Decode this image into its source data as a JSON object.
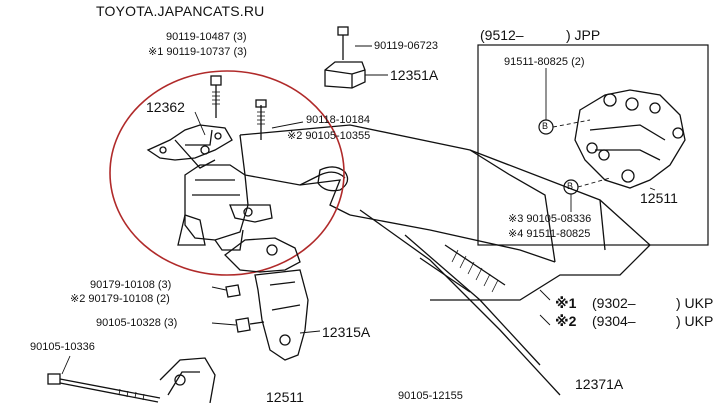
{
  "header": {
    "site": "TOYOTA.JAPANCATS.RU"
  },
  "inset": {
    "code": "(9512–",
    "region": ") JPP"
  },
  "parts": {
    "p_90119_10487": "90119-10487 (3)",
    "p_90119_10737": "※1 90119-10737 (3)",
    "p_90119_06723": "90119-06723",
    "p_12351a": "12351A",
    "p_12362": "12362",
    "p_90118_10184": "90118-10184",
    "p_90105_10355": "※2 90105-10355",
    "p_90179_10108": "90179-10108 (3)",
    "p_90179_10108_2": "※2 90179-10108 (2)",
    "p_90105_10328": "90105-10328 (3)",
    "p_12315a": "12315A",
    "p_90105_10336": "90105-10336",
    "p_12511_bottom": "12511",
    "p_90105_12155": "90105-12155",
    "p_12371a": "12371A",
    "p_91511_80825_2": "91511-80825 (2)",
    "p_12511_inset": "12511",
    "p_90105_08336": "※3 90105-08336",
    "p_91511_80825": "※4 91511-80825",
    "badge_b": "B"
  },
  "legend": [
    {
      "mark": "※1",
      "date": "(9302–",
      "suffix": ") UKP"
    },
    {
      "mark": "※2",
      "date": "(9304–",
      "suffix": ") UKP"
    }
  ],
  "colors": {
    "ink": "#111111",
    "circle": "#b02a2a"
  }
}
